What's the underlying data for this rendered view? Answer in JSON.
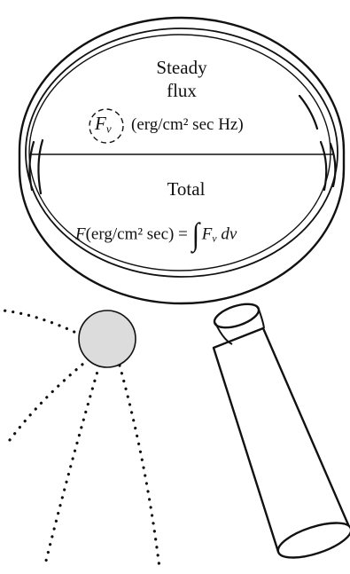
{
  "lens": {
    "upper": {
      "title_line1": "Steady",
      "title_line2": "flux",
      "symbol": "F",
      "symbol_subscript": "ν",
      "units": "(erg/cm² sec Hz)"
    },
    "lower": {
      "title": "Total",
      "lhs_symbol": "F",
      "lhs_units": "(erg/cm² sec)",
      "equals": "=",
      "integral": "∫",
      "integrand_symbol": "F",
      "integrand_subscript": "ν",
      "differential": "dν"
    }
  },
  "colors": {
    "ink": "#111111",
    "source_fill": "#dcdcdc",
    "background": "#ffffff"
  }
}
